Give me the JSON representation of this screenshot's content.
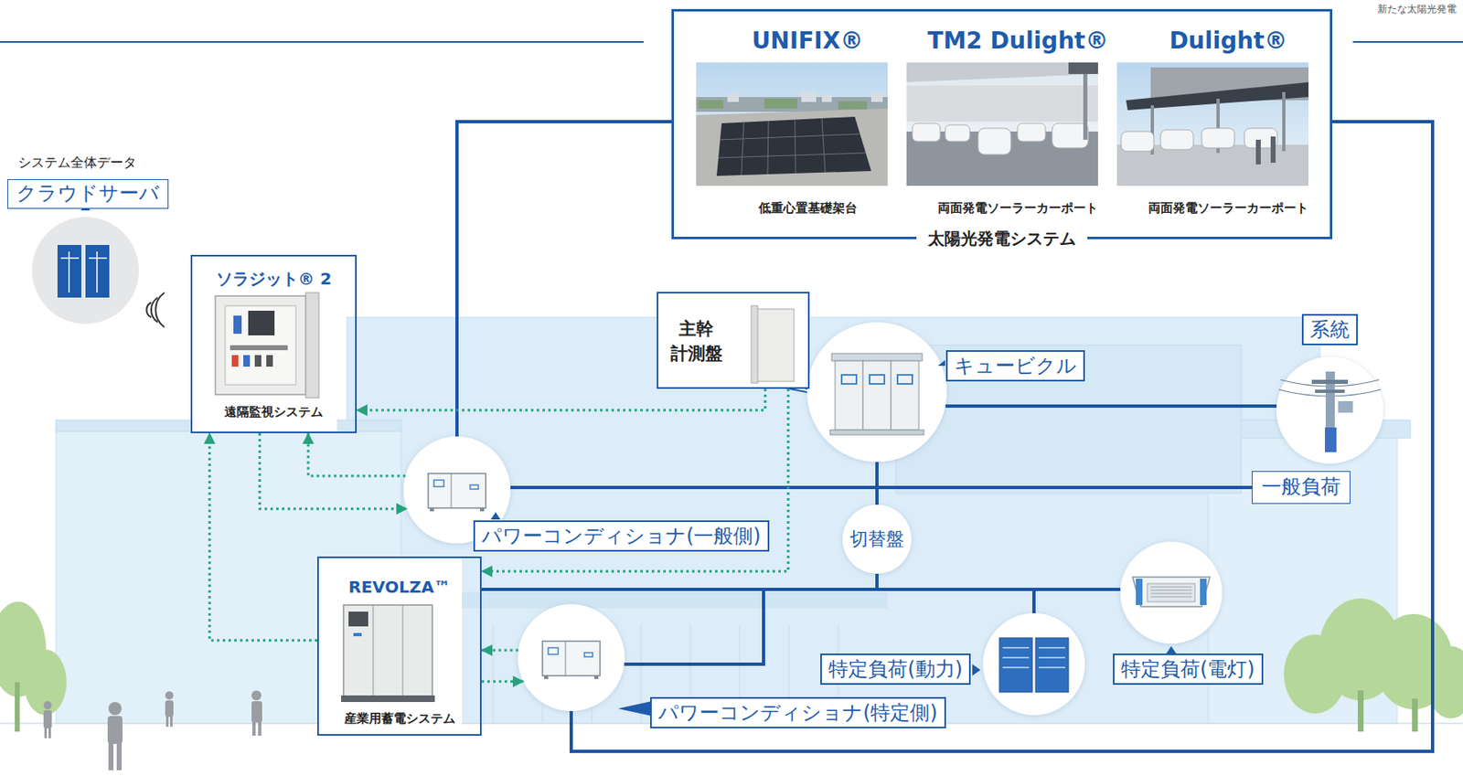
{
  "diagram": {
    "nodes": [
      {
        "text": [
          "太陽光発電システム"
        ]
      },
      {
        "text": [
          "UNIFIX®",
          "低重心置基礎架台"
        ],
        "in": 0
      },
      {
        "text": [
          "TM2 Dulight®",
          "両面発電ソーラーカーポート"
        ],
        "in": 0
      },
      {
        "text": [
          "Dulight®",
          "両面発電ソーラーカーポート"
        ],
        "in": 0
      },
      {
        "text": [
          "システム全体データ",
          "クラウドサーバ"
        ]
      },
      {
        "text": [
          "ソラジット® 2",
          "遠隔監視システム"
        ]
      },
      {
        "text": [
          "主幹 計測盤"
        ]
      },
      {
        "text": [
          "キュービクル"
        ]
      },
      {
        "text": [
          "系統"
        ]
      },
      {
        "text": [
          "パワーコンディショナ(一般側)"
        ]
      },
      {
        "text": [
          "一般負荷"
        ]
      },
      {
        "text": [
          "切替盤"
        ]
      },
      {
        "text": [
          "REVOLZA™",
          "産業用蓄電システム"
        ]
      },
      {
        "text": [
          "パワーコンディショナ(特定側)"
        ]
      },
      {
        "text": [
          "特定負荷(動力)"
        ]
      },
      {
        "text": [
          "特定負荷(電灯)"
        ]
      }
    ],
    "edges": [
      {
        "from": 0,
        "to": 9,
        "arrow": "none"
      },
      {
        "from": 0,
        "to": 13,
        "arrow": "none"
      },
      {
        "from": 7,
        "to": 8,
        "arrow": "none"
      },
      {
        "from": 9,
        "to": 10,
        "arrow": "none"
      },
      {
        "from": 7,
        "to": 11,
        "arrow": "none"
      },
      {
        "from": 11,
        "to": 12,
        "arrow": "none"
      },
      {
        "from": 11,
        "to": 13,
        "arrow": "none"
      },
      {
        "from": 11,
        "to": 14,
        "arrow": "none"
      },
      {
        "from": 11,
        "to": 15,
        "arrow": "none"
      },
      {
        "from": 6,
        "to": 5,
        "arrow": "to"
      },
      {
        "from": 6,
        "to": 12,
        "arrow": "to"
      },
      {
        "from": 5,
        "to": 9,
        "arrow": "to"
      },
      {
        "from": 9,
        "to": 5,
        "arrow": "to"
      },
      {
        "from": 12,
        "to": 5,
        "arrow": "to"
      },
      {
        "from": 13,
        "to": 12,
        "arrow": "to"
      },
      {
        "from": 12,
        "to": 13,
        "arrow": "to"
      }
    ],
    "labels": [
      "新たな太陽光発電"
    ]
  }
}
